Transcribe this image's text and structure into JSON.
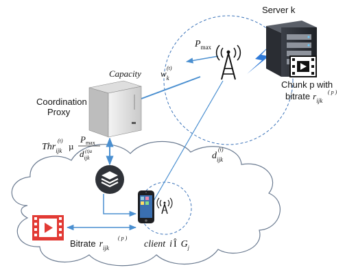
{
  "labels": {
    "server": "Server k",
    "p_max": "P",
    "p_max_sub": "max",
    "capacity": "Capacity",
    "capacity_var": "w",
    "capacity_sub": "k",
    "capacity_sup": "(t)",
    "proxy_line1": "Coordination",
    "proxy_line2": "Proxy",
    "thr": "Thr",
    "thr_sub": "ijk",
    "thr_sup": "(t)",
    "mu": "µ",
    "frac_num": "P",
    "frac_num_sub": "max",
    "frac_den": "d",
    "frac_den_sub": "ijk",
    "frac_den_sup": "(t)a",
    "distance": "d",
    "distance_sub": "ijk",
    "distance_sup": "(t)",
    "chunk_line1": "Chunk p with",
    "chunk_line2": "bitrate",
    "chunk_r": "r",
    "chunk_r_sub": "ijk",
    "chunk_r_sup": "( p )",
    "bitrate": "Bitrate",
    "bitrate_r": "r",
    "bitrate_r_sub": "ijk",
    "bitrate_r_sup": "( p )",
    "client": "client",
    "client_i": "i",
    "client_in": "Î",
    "client_G": "G",
    "client_G_sub": "j"
  },
  "colors": {
    "arrow": "#4a8fd0",
    "dashed": "#3a72b8",
    "cloud_stroke": "#6a7a90",
    "video_red": "#e23a34",
    "server_dark": "#2d3138",
    "lightning": "#2f7ad8"
  },
  "icons": [
    "tower-icon",
    "server-icon",
    "video-film-icon",
    "proxy-tower-icon",
    "layers-icon",
    "phone-icon",
    "lightning-icon"
  ]
}
